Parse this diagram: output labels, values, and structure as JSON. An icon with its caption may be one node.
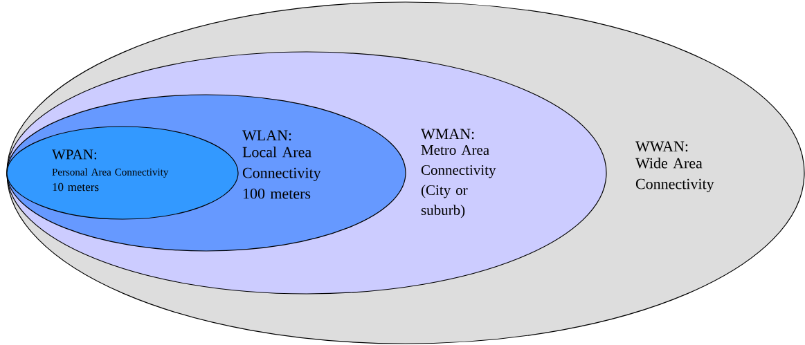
{
  "diagram": {
    "nodes": [
      {
        "text": [
          "WWAN:",
          "Wide Area Connectivity"
        ]
      },
      {
        "text": [
          "WMAN:",
          "Metro Area Connectivity (City or suburb)"
        ],
        "in": 0
      },
      {
        "text": [
          "WLAN:",
          "Local Area Connectivity",
          "100 meters"
        ],
        "in": 1
      },
      {
        "text": [
          "WPAN:",
          "Personal Area Connectivity",
          "10 meters"
        ],
        "in": 2
      }
    ]
  }
}
